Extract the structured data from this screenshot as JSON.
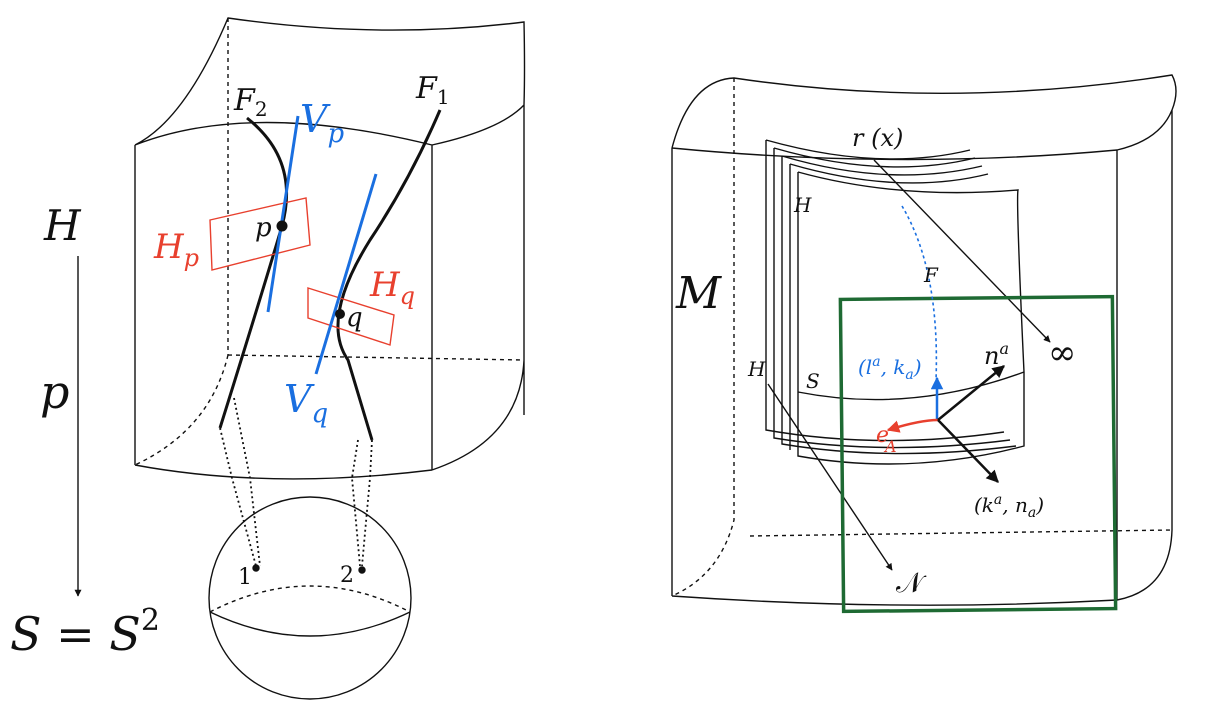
{
  "colors": {
    "ink": "#111111",
    "blue": "#1a6fe0",
    "red": "#e8402e",
    "green": "#1e6a33"
  },
  "left_diagram": {
    "labels": {
      "F2": {
        "main": "F",
        "sub": "2"
      },
      "F1": {
        "main": "F",
        "sub": "1"
      },
      "Vp": {
        "main": "V",
        "sub": "p"
      },
      "Vq": {
        "main": "V",
        "sub": "q"
      },
      "Hp": {
        "main": "H",
        "sub": "p"
      },
      "Hq": {
        "main": "H",
        "sub": "q"
      },
      "point_p": "p",
      "point_q": "q",
      "H": "H",
      "p_arrow": "p",
      "S_eq": {
        "lhs": "S = S",
        "sup": "2"
      },
      "sphere_pt1": "1",
      "sphere_pt2": "2"
    }
  },
  "right_diagram": {
    "labels": {
      "r_x": "r (x)",
      "H_top": "H",
      "F": "F",
      "M": "M",
      "infinity": "∞",
      "n_a": {
        "main": "n",
        "sup": "a"
      },
      "l_k": {
        "open": "(l",
        "sup": "a",
        "rest": ", k",
        "sub": "a",
        "close": ")"
      },
      "H_left": "H",
      "S": "S",
      "e_A": {
        "main": "e",
        "sub": "A"
      },
      "k_n": {
        "open": "(k",
        "sup": "a",
        "rest": ", n",
        "sub": "a",
        "close": ")"
      },
      "N": "𝒩"
    }
  }
}
